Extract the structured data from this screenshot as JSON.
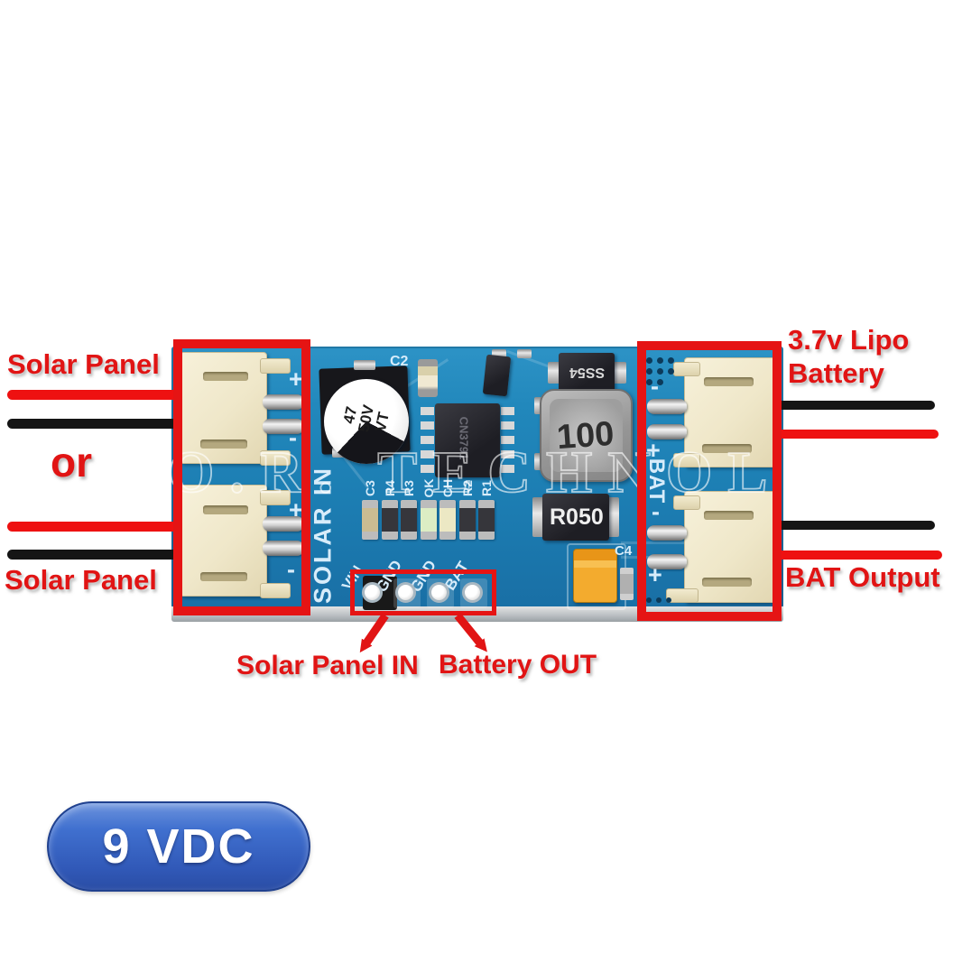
{
  "symbols": {
    "plus": "+",
    "minus": "-"
  },
  "colors": {
    "annotation_red": "#e11414",
    "wire_red": "#ee1111",
    "wire_black": "#151515",
    "pcb_blue": "#1f82b6",
    "badge_blue": "#3a63c4",
    "connector_cream": "#efe7c9"
  },
  "annotations": {
    "solar_panel_top": "Solar Panel",
    "or_label": "or",
    "solar_panel_bottom": "Solar Panel",
    "lipo_line1": "3.7v Lipo",
    "lipo_line2": "Battery",
    "bat_output": "BAT Output",
    "solar_panel_in": "Solar Panel IN",
    "battery_out": "Battery OUT"
  },
  "badge": {
    "label": "9 VDC"
  },
  "watermark": {
    "text": "O.R. TECHNOLOG"
  },
  "pcb": {
    "silkscreen": {
      "solar_in": "SOLAR IN",
      "bat_label": "BAT",
      "c2": "C2",
      "c4": "C4",
      "pads": [
        "VIN",
        "GND",
        "GND",
        "BAT"
      ],
      "component_labels": [
        "C3",
        "R4",
        "R3",
        "OK",
        "CH",
        "R2",
        "R1"
      ]
    },
    "components": {
      "capacitor_lines": [
        "47",
        "50V",
        "VT"
      ],
      "ic_marking": "CN3791",
      "diode": "SS54",
      "inductor": "100",
      "shunt_resistor": "R050"
    }
  }
}
